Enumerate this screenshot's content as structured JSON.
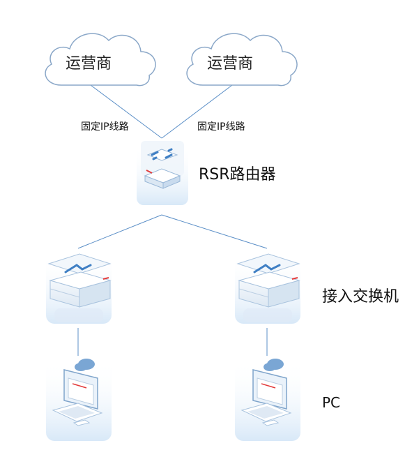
{
  "clouds": [
    {
      "label": "运营商"
    },
    {
      "label": "运营商"
    }
  ],
  "links": [
    {
      "label": "固定IP线路"
    },
    {
      "label": "固定IP线路"
    }
  ],
  "router": {
    "label": "RSR路由器"
  },
  "switches": {
    "label": "接入交换机"
  },
  "pcs": {
    "label": "PC"
  },
  "colors": {
    "line": "#5b8fc7",
    "cloud_stroke": "#8aa7c8",
    "device_blue": "#3f7fc4",
    "accent_red": "#e23a3a"
  }
}
